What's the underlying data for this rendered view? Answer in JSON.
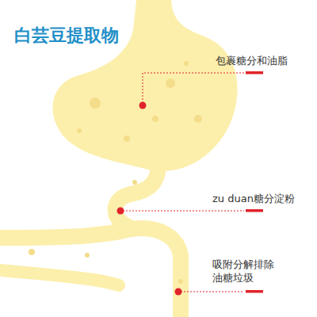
{
  "diagram": {
    "title": "白芸豆提取物",
    "labels": [
      "包裹糖分和油脂",
      "zu duan糖分淀粉",
      "吸附分解排除 油糖垃圾"
    ]
  }
}
